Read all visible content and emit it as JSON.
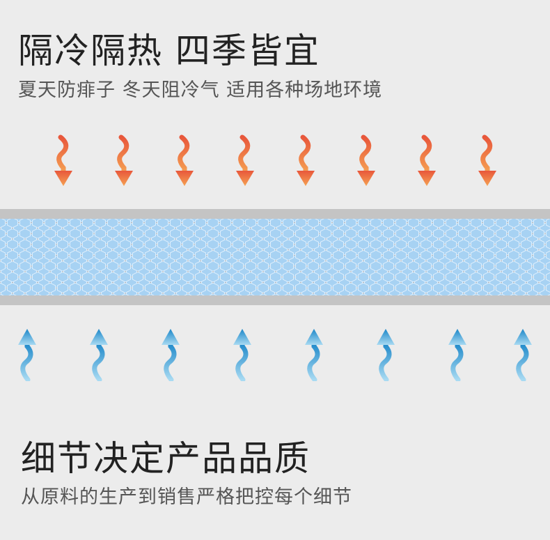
{
  "heading": {
    "title": "隔冷隔热 四季皆宜",
    "subtitle": "夏天防痱子  冬天阻冷气  适用各种场地环境"
  },
  "detail": {
    "title": "细节决定产品品质",
    "subtitle": "从原料的生产到销售严格把控每个细节"
  },
  "arrows": {
    "hot": {
      "icon": "wavy-arrow-down-icon",
      "count": 8,
      "color_top": "#e8573b",
      "color_bottom": "#f5a253"
    },
    "cold": {
      "icon": "wavy-arrow-up-icon",
      "count": 8,
      "color_top": "#1a86c8",
      "color_bottom": "#a8daf2"
    }
  },
  "panel": {
    "border_color": "#c4c4c4",
    "cell_color": "#a7d2f3",
    "gap_color": "#8c8f93"
  }
}
